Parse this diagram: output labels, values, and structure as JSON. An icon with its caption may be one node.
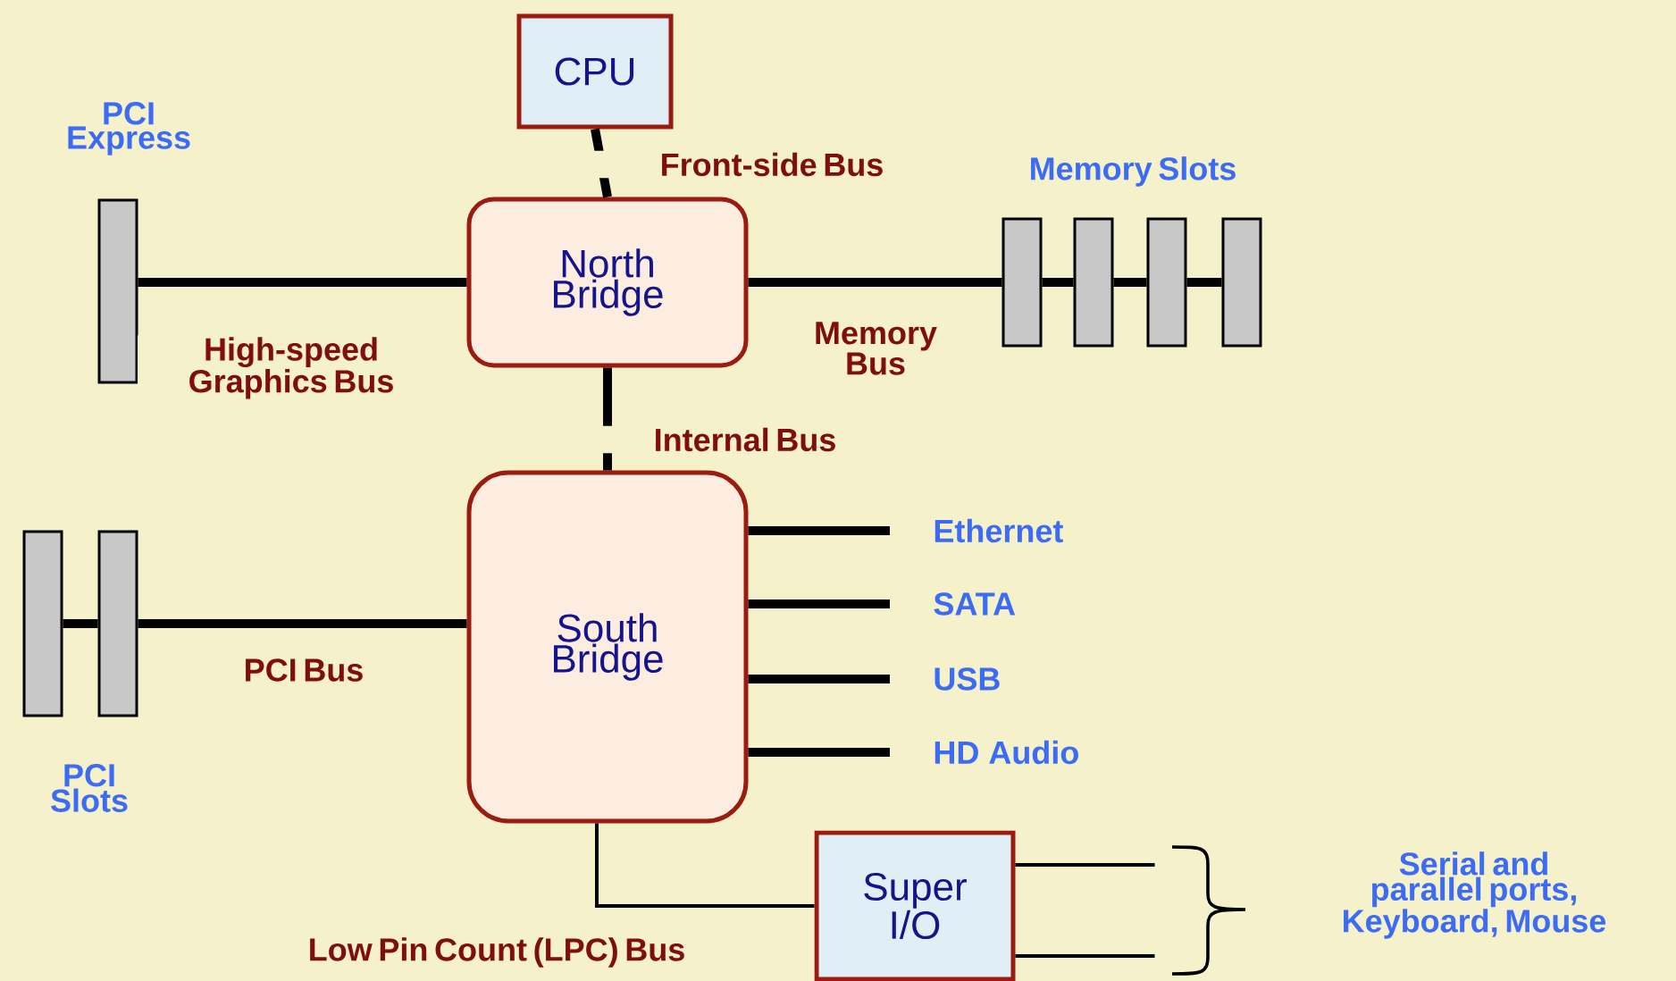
{
  "diagram": {
    "nodes": [
      {
        "text": [
          "CPU"
        ]
      },
      {
        "text": [
          "North Bridge"
        ]
      },
      {
        "text": [
          "South Bridge"
        ]
      },
      {
        "text": [
          "Super I/O"
        ]
      },
      {
        "text": [
          "PCI Express"
        ]
      },
      {
        "text": [],
        "shape": "bar"
      },
      {
        "text": [],
        "shape": "bar"
      },
      {
        "text": [],
        "shape": "bar"
      },
      {
        "text": [],
        "shape": "bar"
      },
      {
        "text": [],
        "shape": "bar"
      },
      {
        "text": [],
        "shape": "bar"
      },
      {
        "text": [
          "Ethernet"
        ]
      },
      {
        "text": [
          "SATA"
        ]
      },
      {
        "text": [
          "USB"
        ]
      },
      {
        "text": [
          "HD Audio"
        ]
      }
    ],
    "edges": [
      {
        "from": 0,
        "to": 1,
        "arrow": "none",
        "label": "Front-side Bus"
      },
      {
        "from": 1,
        "to": 4,
        "arrow": "none",
        "label": "High-speed Graphics Bus"
      },
      {
        "from": 1,
        "to": 5,
        "arrow": "none",
        "label": "Memory Bus"
      },
      {
        "from": 1,
        "to": 2,
        "arrow": "none",
        "label": "Internal Bus"
      },
      {
        "from": 2,
        "to": 10,
        "arrow": "none",
        "label": "PCI Bus"
      },
      {
        "from": 2,
        "to": 11,
        "arrow": "none"
      },
      {
        "from": 2,
        "to": 12,
        "arrow": "none"
      },
      {
        "from": 2,
        "to": 13,
        "arrow": "none"
      },
      {
        "from": 2,
        "to": 14,
        "arrow": "none"
      },
      {
        "from": 2,
        "to": 3,
        "arrow": "none",
        "label": "Low Pin Count (LPC) Bus"
      },
      {
        "from": 3,
        "to": null,
        "arrow": "none"
      },
      {
        "from": 3,
        "to": null,
        "arrow": "none"
      },
      {
        "from": 5,
        "to": 6,
        "arrow": "none"
      },
      {
        "from": 6,
        "to": 7,
        "arrow": "none"
      },
      {
        "from": 7,
        "to": 8,
        "arrow": "none"
      },
      {
        "from": 10,
        "to": 9,
        "arrow": "none"
      }
    ],
    "labels": [
      "Memory Slots",
      "PCI Slots",
      "Serial and parallel ports, Keyboard, Mouse"
    ]
  }
}
